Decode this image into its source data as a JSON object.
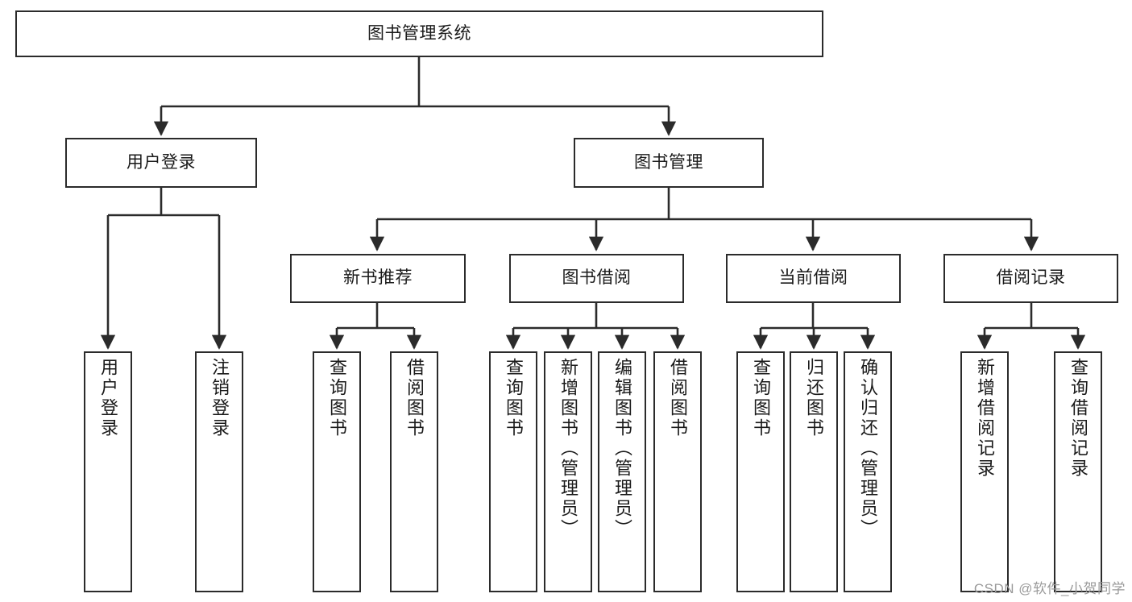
{
  "diagram": {
    "type": "tree-hierarchy",
    "title": "图书管理系统",
    "root": {
      "id": "root",
      "label": "图书管理系统"
    },
    "level1": [
      {
        "id": "user-login",
        "label": "用户登录"
      },
      {
        "id": "book-manage",
        "label": "图书管理"
      }
    ],
    "level2": [
      {
        "id": "new-book-rec",
        "label": "新书推荐",
        "parent": "book-manage"
      },
      {
        "id": "book-borrow",
        "label": "图书借阅",
        "parent": "book-manage"
      },
      {
        "id": "current-borrow",
        "label": "当前借阅",
        "parent": "book-manage"
      },
      {
        "id": "borrow-record",
        "label": "借阅记录",
        "parent": "book-manage"
      }
    ],
    "leaves": {
      "user_login": [
        {
          "id": "leaf-user-login",
          "label": "用户登录"
        },
        {
          "id": "leaf-logout",
          "label": "注销登录"
        }
      ],
      "new_book_rec": [
        {
          "id": "leaf-query-book-1",
          "label": "查询图书"
        },
        {
          "id": "leaf-borrow-book-1",
          "label": "借阅图书"
        }
      ],
      "book_borrow": [
        {
          "id": "leaf-query-book-2",
          "label": "查询图书"
        },
        {
          "id": "leaf-add-book",
          "label": "新增图书（管理员）"
        },
        {
          "id": "leaf-edit-book",
          "label": "编辑图书（管理员）"
        },
        {
          "id": "leaf-borrow-book-2",
          "label": "借阅图书"
        }
      ],
      "current_borrow": [
        {
          "id": "leaf-query-book-3",
          "label": "查询图书"
        },
        {
          "id": "leaf-return-book",
          "label": "归还图书"
        },
        {
          "id": "leaf-confirm-return",
          "label": "确认归还（管理员）"
        }
      ],
      "borrow_record": [
        {
          "id": "leaf-add-record",
          "label": "新增借阅记录"
        },
        {
          "id": "leaf-query-record",
          "label": "查询借阅记录"
        }
      ]
    },
    "colors": {
      "stroke": "#2b2b2b",
      "fill": "#ffffff",
      "text": "#1a1a1a",
      "watermark": "#9a9a9a"
    }
  },
  "watermark": {
    "text": "CSDN @软件_小贺同学"
  }
}
